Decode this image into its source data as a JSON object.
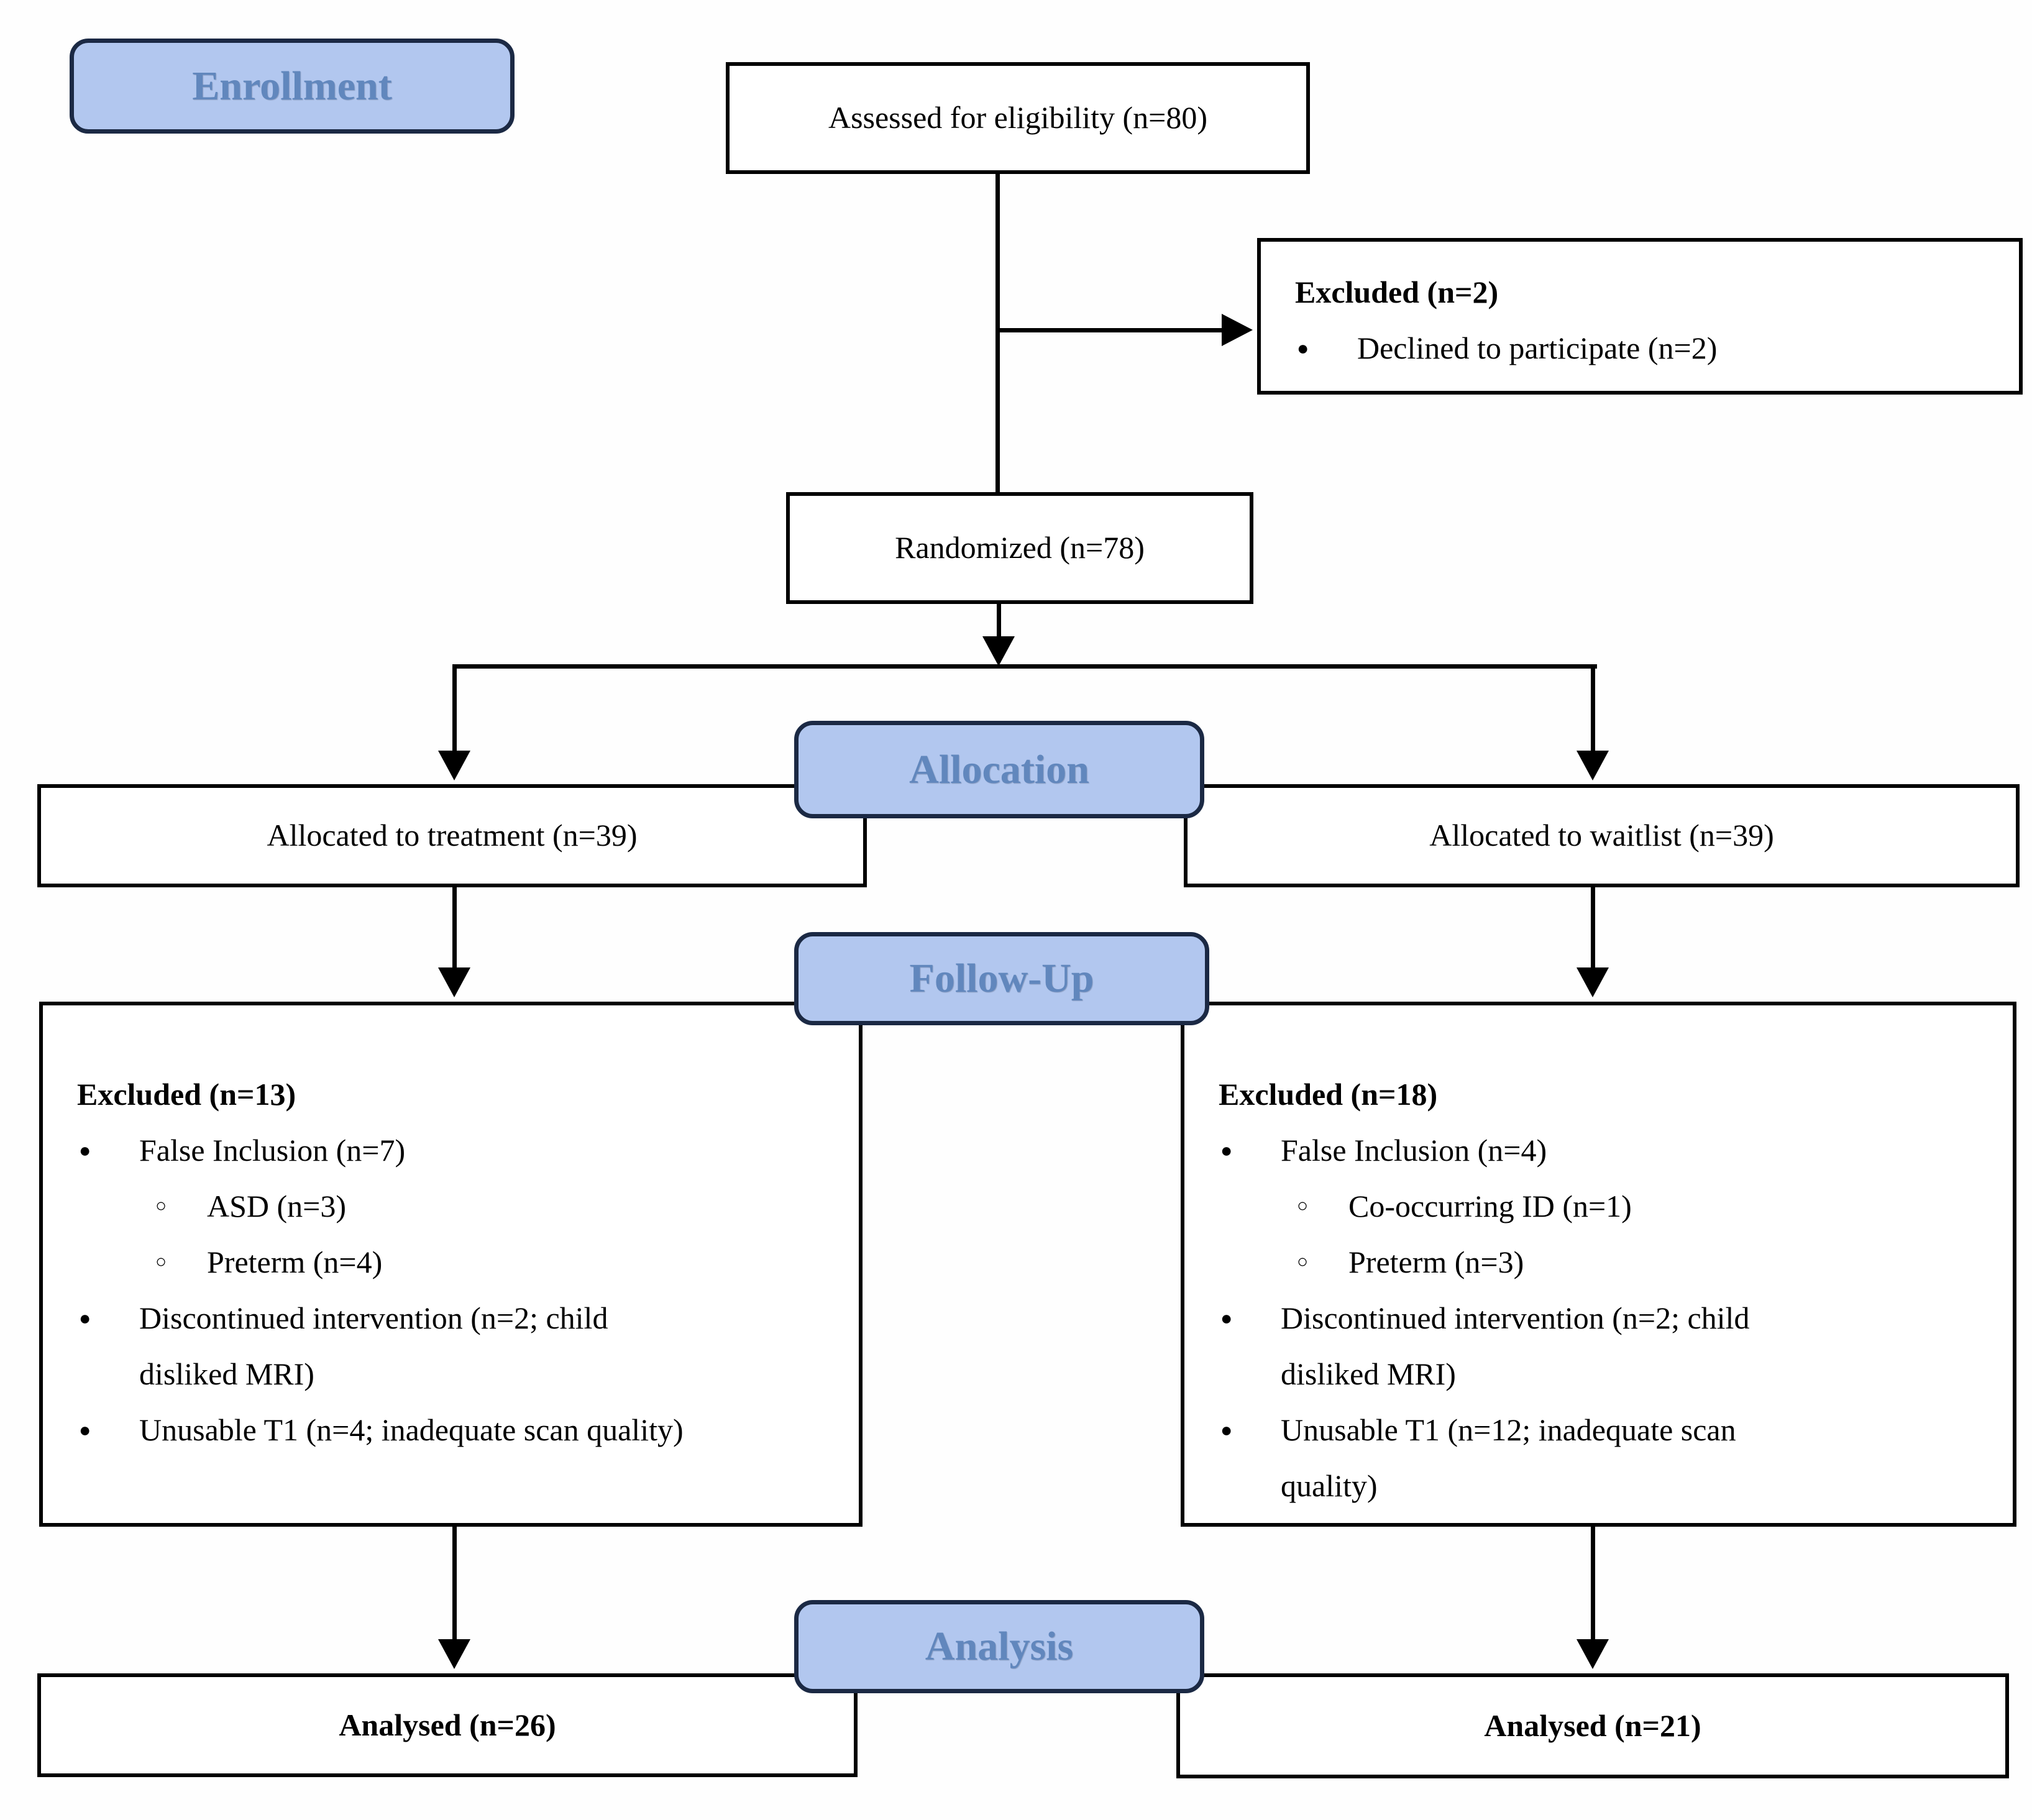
{
  "stages": {
    "enrollment": "Enrollment",
    "allocation": "Allocation",
    "followup": "Follow-Up",
    "analysis": "Analysis"
  },
  "colors": {
    "stage_fill": "#b2c7ef",
    "stage_border": "#1b2944",
    "stage_text": "#6187bd",
    "box_fill": "#ffffff",
    "box_border": "#000000",
    "line": "#000000",
    "text": "#000000"
  },
  "enrollment": {
    "assessed": "Assessed for eligibility (n=80)",
    "excluded": {
      "heading": "Excluded (n=2)",
      "items": [
        {
          "marker": "●",
          "text": "Declined to participate (n=2)"
        }
      ]
    },
    "randomized": "Randomized (n=78)"
  },
  "allocation": {
    "left": "Allocated to treatment (n=39)",
    "right": "Allocated to waitlist (n=39)"
  },
  "followup": {
    "left": {
      "heading": "Excluded (n=13)",
      "items": [
        {
          "marker": "●",
          "text": "False Inclusion (n=7)"
        },
        {
          "marker": "○",
          "text": "ASD (n=3)"
        },
        {
          "marker": "○",
          "text": "Preterm (n=4)"
        },
        {
          "marker": "●",
          "text": "Discontinued intervention (n=2; child disliked MRI)"
        },
        {
          "marker": "●",
          "text": "Unusable T1 (n=4; inadequate scan quality)"
        }
      ]
    },
    "right": {
      "heading": "Excluded (n=18)",
      "items": [
        {
          "marker": "●",
          "text": "False Inclusion (n=4)"
        },
        {
          "marker": "○",
          "text": "Co-occurring ID (n=1)"
        },
        {
          "marker": "○",
          "text": "Preterm (n=3)"
        },
        {
          "marker": "●",
          "text": "Discontinued intervention (n=2; child disliked MRI)"
        },
        {
          "marker": "●",
          "text": "Unusable T1 (n=12; inadequate scan quality)"
        }
      ]
    }
  },
  "analysis": {
    "left": "Analysed (n=26)",
    "right": "Analysed (n=21)"
  }
}
